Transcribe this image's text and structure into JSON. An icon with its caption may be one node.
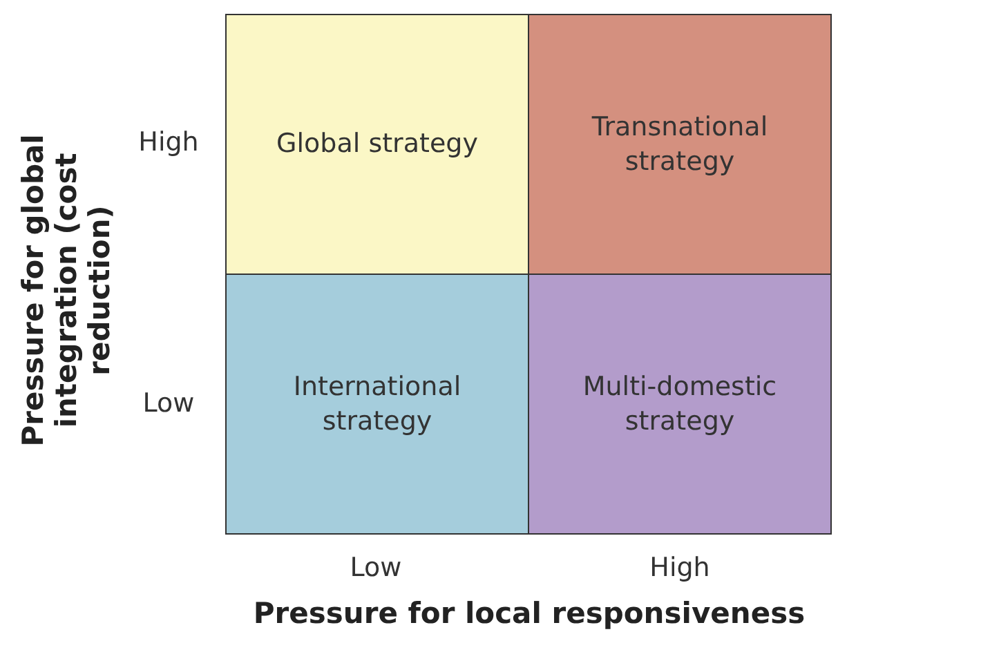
{
  "diagram": {
    "nodes": [
      {
        "text": [
          "Global strategy"
        ]
      },
      {
        "text": [
          "Transnational strategy"
        ]
      },
      {
        "text": [
          "International strategy"
        ]
      },
      {
        "text": [
          "Multi-domestic strategy"
        ]
      }
    ],
    "labels": [
      "Pressure for global integration (cost reduction)",
      "High",
      "Low",
      "Low",
      "High",
      "Pressure for local responsiveness"
    ]
  }
}
